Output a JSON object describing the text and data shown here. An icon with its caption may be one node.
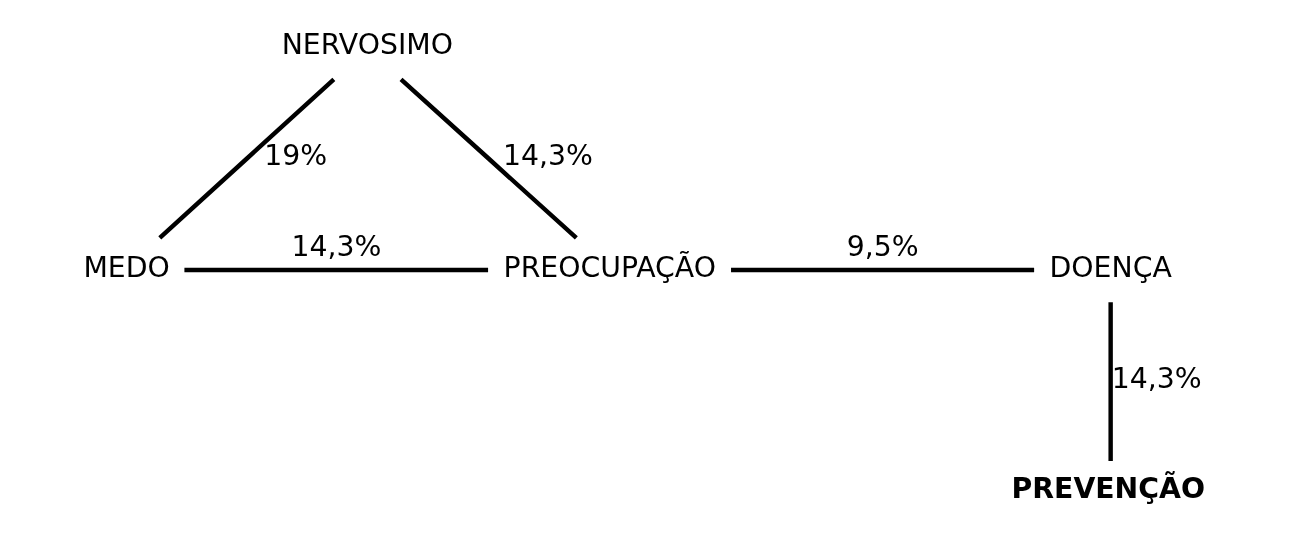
{
  "diagram": {
    "nodes": [
      {
        "text": [
          "NERVOSIMO"
        ]
      },
      {
        "text": [
          "MEDO"
        ]
      },
      {
        "text": [
          "PREOCUPAÇÃO"
        ]
      },
      {
        "text": [
          "DOENÇA"
        ]
      },
      {
        "text": [
          "PREVENÇÃO"
        ]
      }
    ],
    "edges": [
      {
        "from": 0,
        "to": 1,
        "arrow": "none",
        "label": "19%"
      },
      {
        "from": 0,
        "to": 2,
        "arrow": "none",
        "label": "14,3%"
      },
      {
        "from": 1,
        "to": 2,
        "arrow": "none",
        "label": "14,3%"
      },
      {
        "from": 2,
        "to": 3,
        "arrow": "none",
        "label": "9,5%"
      },
      {
        "from": 3,
        "to": 4,
        "arrow": "none",
        "label": "14,3%"
      }
    ]
  }
}
